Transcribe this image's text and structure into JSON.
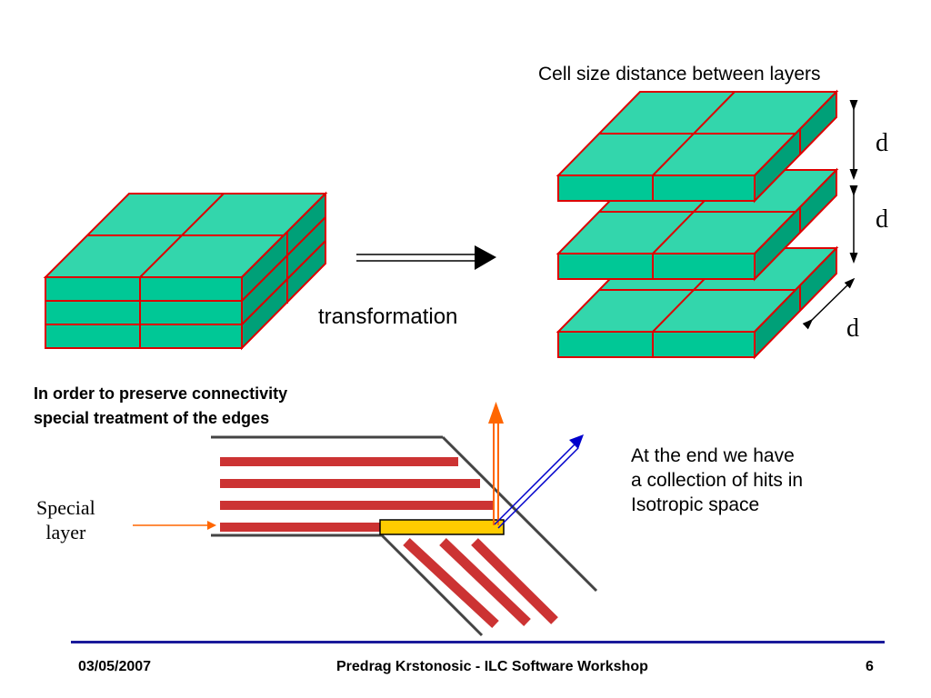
{
  "caption_cell_size": "Cell size distance between layers",
  "distance_labels": [
    "d",
    "d",
    "d"
  ],
  "transformation_label": "transformation",
  "edge_note": [
    "In order to preserve connectivity",
    "special treatment of the edges"
  ],
  "result_note": [
    "At the end we have",
    "a collection of hits in",
    "Isotropic space"
  ],
  "special_layer_label": [
    "Special",
    "layer"
  ],
  "footer": {
    "date": "03/05/2007",
    "title": "Predrag Krstonosic - ILC Software Workshop",
    "page": "6"
  },
  "colors": {
    "block_front": "#00c896",
    "block_top": "#33d6ac",
    "block_side": "#00a078",
    "block_edge": "#dd0000",
    "strip_red": "#cc3333",
    "highlight_yellow": "#ffcc00",
    "arrow_orange": "#ff6600",
    "arrow_blue": "#0000cc",
    "footer_rule": "#1a1a9a"
  }
}
